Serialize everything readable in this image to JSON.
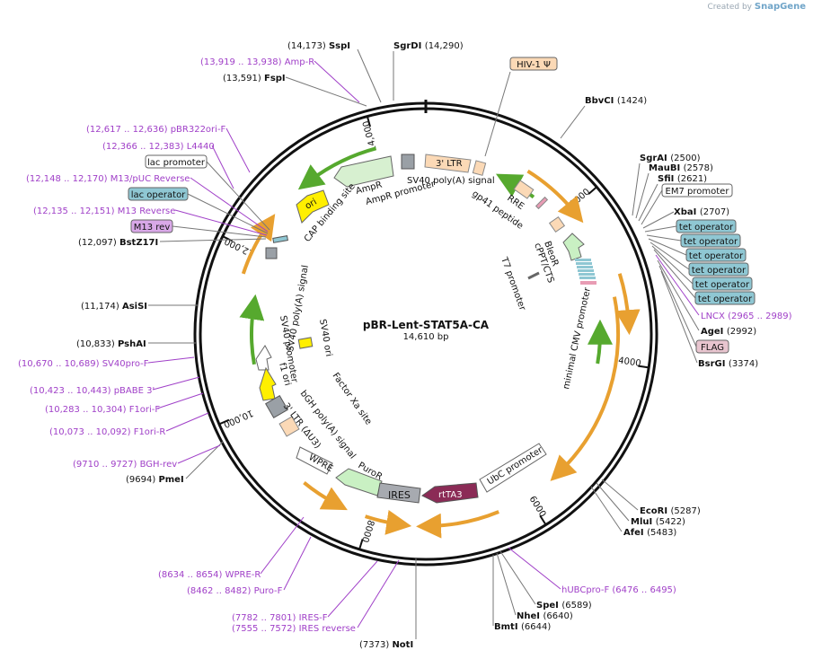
{
  "credit": {
    "prefix": "Created by",
    "brand": "SnapGene"
  },
  "plasmid": {
    "name": "pBR-Lent-STAT5A-CA",
    "size": "14,610 bp",
    "length": 14610
  },
  "colors": {
    "primer": "#a040c8",
    "frame": "#111111",
    "enzyme": "#111111",
    "orf": "#e8a030",
    "ltr_fill": "#fbd9b6",
    "rtta": "#8b2b56",
    "ires": "#a7aab0",
    "amp": "#d7f0d0",
    "ori": "#ffef00",
    "label_teal": "#8fc7d3",
    "m13rev": "#d9a8e8",
    "flag": "#e8c5cf",
    "hiv": "#fbd9b6",
    "green_arrow": "#56a92e"
  },
  "ticks": [
    {
      "pos": 2000,
      "label": "2000"
    },
    {
      "pos": 4000,
      "label": "4000"
    },
    {
      "pos": 6000,
      "label": "6000"
    },
    {
      "pos": 8000,
      "label": "8000"
    },
    {
      "pos": 10000,
      "label": "10,000"
    },
    {
      "pos": 12000,
      "label": "12,000"
    },
    {
      "pos": 14000,
      "label": "14,000"
    }
  ],
  "enzymes_right": [
    {
      "name": "BbvCI",
      "pos": "(1424)"
    },
    {
      "name": "SgrAI",
      "pos": "(2500)"
    },
    {
      "name": "MauBI",
      "pos": "(2578)"
    },
    {
      "name": "SfiI",
      "pos": "(2621)"
    },
    {
      "name": "XbaI",
      "pos": "(2707)"
    },
    {
      "name": "AgeI",
      "pos": "(2992)"
    },
    {
      "name": "BsrGI",
      "pos": "(3374)"
    },
    {
      "name": "EcoRI",
      "pos": "(5287)"
    },
    {
      "name": "MluI",
      "pos": "(5422)"
    },
    {
      "name": "AfeI",
      "pos": "(5483)"
    },
    {
      "name": "SpeI",
      "pos": "(6589)"
    },
    {
      "name": "NheI",
      "pos": "(6640)"
    },
    {
      "name": "BmtI",
      "pos": "(6644)"
    },
    {
      "name": "NotI",
      "pos": "(7373)"
    }
  ],
  "enzymes_left": [
    {
      "name": "SspI",
      "pos": "(14,173)"
    },
    {
      "name": "SgrDI",
      "pos": "(14,290)"
    },
    {
      "name": "FspI",
      "pos": "(13,591)"
    },
    {
      "name": "BstZ17I",
      "pos": "(12,097)"
    },
    {
      "name": "AsiSI",
      "pos": "(11,174)"
    },
    {
      "name": "PshAI",
      "pos": "(10,833)"
    },
    {
      "name": "PmeI",
      "pos": "(9694)"
    }
  ],
  "primers": [
    {
      "name": "Amp-R",
      "pos": "(13,919 .. 13,938)"
    },
    {
      "name": "pBR322ori-F",
      "pos": "(12,617 .. 12,636)"
    },
    {
      "name": "L4440",
      "pos": "(12,366 .. 12,383)"
    },
    {
      "name": "M13/pUC Reverse",
      "pos": "(12,148 .. 12,170)"
    },
    {
      "name": "M13 Reverse",
      "pos": "(12,135 .. 12,151)"
    },
    {
      "name": "SV40pro-F",
      "pos": "(10,670 .. 10,689)"
    },
    {
      "name": "pBABE 3'",
      "pos": "(10,423 .. 10,443)"
    },
    {
      "name": "F1ori-F",
      "pos": "(10,283 .. 10,304)"
    },
    {
      "name": "F1ori-R",
      "pos": "(10,073 .. 10,092)"
    },
    {
      "name": "BGH-rev",
      "pos": "(9710 .. 9727)"
    },
    {
      "name": "WPRE-R",
      "pos": "(8634 .. 8654)"
    },
    {
      "name": "Puro-F",
      "pos": "(8462 .. 8482)"
    },
    {
      "name": "IRES-F",
      "pos": "(7782 .. 7801)"
    },
    {
      "name": "IRES reverse",
      "pos": "(7555 .. 7572)"
    },
    {
      "name": "hUBCpro-F",
      "pos": "(6476 .. 6495)"
    },
    {
      "name": "LNCX",
      "pos": "(2965 .. 2989)"
    }
  ],
  "boxed_labels": {
    "hiv": "HIV-1 Ψ",
    "em7": "EM7 promoter",
    "tet": [
      "tet operator",
      "tet operator",
      "tet operator",
      "tet operator",
      "tet operator",
      "tet operator"
    ],
    "flag": "FLAG",
    "lac_promoter": "lac promoter",
    "lac_operator": "lac operator",
    "m13rev": "M13 rev"
  },
  "features": {
    "ltr5": "3' LTR",
    "sv40_polya_top": "SV40 poly(A) signal",
    "rre": "RRE",
    "gp41": "gp41 peptide",
    "ori": "ori",
    "ampr": "AmpR",
    "ampr_promoter": "AmpR promoter",
    "cap": "CAP binding site",
    "bleor": "BleoR",
    "cppt": "cPPT/CTS",
    "t7": "T7 promoter",
    "mincmv": "minimal CMV promoter",
    "sv40_polya_left": "SV40 poly(A) signal",
    "sv40_promoter": "SV40 promoter",
    "sv40_ori": "SV40 ori",
    "f1ori": "f1 ori",
    "factorxa": "Factor Xa site",
    "bgh": "bGH poly(A) signal",
    "ltr3": "3' LTR (ΔU3)",
    "wpre": "WPRE",
    "puror": "PuroR",
    "ires": "IRES",
    "rtta3": "rtTA3",
    "ubc": "UbC promoter"
  }
}
